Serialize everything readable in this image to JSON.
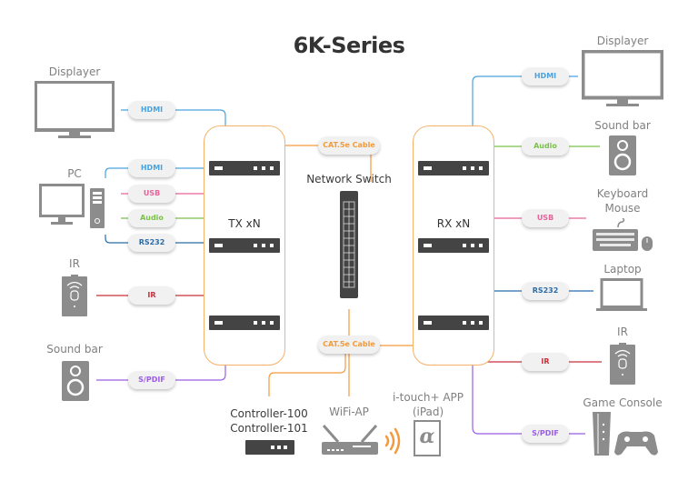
{
  "title": "6K-Series",
  "colors": {
    "hdmi": "#4aa3df",
    "usb": "#e8639a",
    "audio": "#7cc24a",
    "rs232": "#2b6ca8",
    "ir": "#c8313b",
    "spdif": "#9b5de5",
    "cat": "#f39a3c",
    "device": "#8c8c8c"
  },
  "tx": {
    "label": "TX xN",
    "units": 3
  },
  "rx": {
    "label": "RX xN",
    "units": 3
  },
  "switch": {
    "label": "Network Switch"
  },
  "cables": {
    "top": "CAT.5e Cable",
    "bottom": "CAT.5e Cable"
  },
  "left_devices": [
    {
      "name": "Displayer",
      "connections": [
        "HDMI"
      ]
    },
    {
      "name": "PC",
      "connections": [
        "HDMI",
        "USB",
        "Audio",
        "RS232"
      ]
    },
    {
      "name": "IR",
      "connections": [
        "IR"
      ]
    },
    {
      "name": "Sound bar",
      "connections": [
        "S/PDIF"
      ]
    }
  ],
  "right_devices": [
    {
      "name": "Displayer",
      "connections": [
        "HDMI"
      ]
    },
    {
      "name": "Sound bar",
      "connections": [
        "Audio"
      ]
    },
    {
      "name": "Keyboard Mouse",
      "line1": "Keyboard",
      "line2": "Mouse",
      "connections": [
        "USB"
      ]
    },
    {
      "name": "Laptop",
      "connections": [
        "RS232"
      ]
    },
    {
      "name": "IR",
      "connections": [
        "IR"
      ]
    },
    {
      "name": "Game Console",
      "connections": [
        "S/PDIF"
      ]
    }
  ],
  "bottom_devices": {
    "controller": {
      "line1": "Controller-100",
      "line2": "Controller-101"
    },
    "wifi": {
      "label": "WiFi-AP"
    },
    "app": {
      "line1": "i-touch+ APP",
      "line2": "(iPad)",
      "glyph": "α"
    }
  },
  "pills": {
    "l_hdmi_disp": "HDMI",
    "l_hdmi_pc": "HDMI",
    "l_usb": "USB",
    "l_audio": "Audio",
    "l_rs232": "RS232",
    "l_ir": "IR",
    "l_spdif": "S/PDIF",
    "r_hdmi": "HDMI",
    "r_audio": "Audio",
    "r_usb": "USB",
    "r_rs232": "RS232",
    "r_ir": "IR",
    "r_spdif": "S/PDIF"
  }
}
